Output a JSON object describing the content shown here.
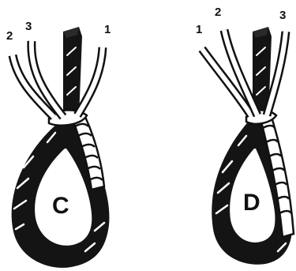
{
  "panels": [
    {
      "letter": "C",
      "strand_labels": [
        "2",
        "3",
        "1"
      ]
    },
    {
      "letter": "D",
      "strand_labels": [
        "1",
        "2",
        "3"
      ]
    }
  ],
  "colors": {
    "rope": "#141414",
    "outline": "#111111",
    "background": "#ffffff"
  }
}
